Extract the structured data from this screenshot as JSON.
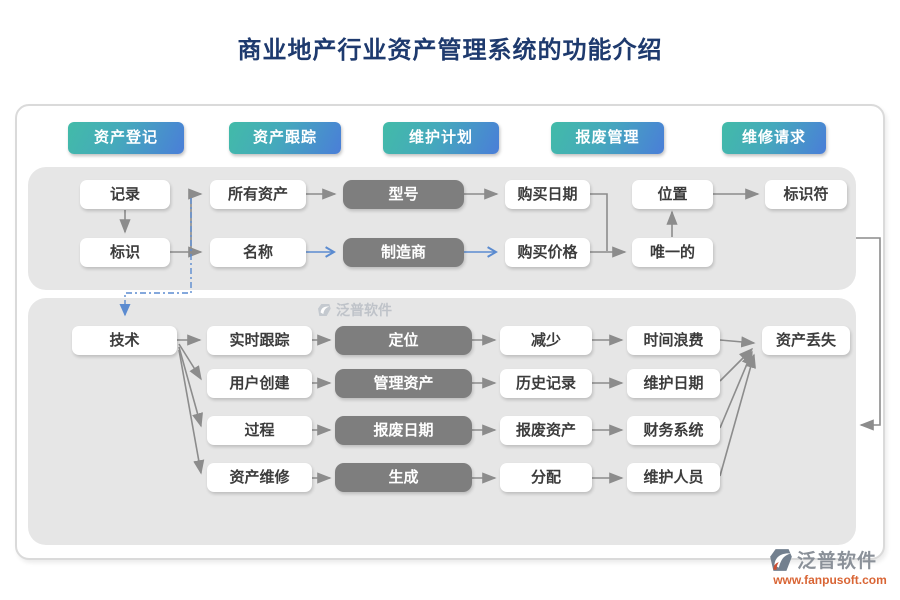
{
  "title": "商业地产行业资产管理系统的功能介绍",
  "tabs": [
    {
      "label": "资产登记"
    },
    {
      "label": "资产跟踪"
    },
    {
      "label": "维护计划"
    },
    {
      "label": "报废管理"
    },
    {
      "label": "维修请求"
    }
  ],
  "section1": {
    "record": "记录",
    "identify": "标识",
    "all_assets": "所有资产",
    "name": "名称",
    "model": "型号",
    "manufacturer": "制造商",
    "purchase_date": "购买日期",
    "purchase_price": "购买价格",
    "location": "位置",
    "unique": "唯一的",
    "identifier": "标识符"
  },
  "section2": {
    "technology": "技术",
    "realtime_tracking": "实时跟踪",
    "user_created": "用户创建",
    "process": "过程",
    "asset_repair": "资产维修",
    "locate": "定位",
    "manage_assets": "管理资产",
    "scrap_date": "报废日期",
    "generate": "生成",
    "reduce": "减少",
    "history_record": "历史记录",
    "scrap_assets": "报废资产",
    "allocate": "分配",
    "time_waste": "时间浪费",
    "maintenance_date": "维护日期",
    "finance_system": "财务系统",
    "maintenance_staff": "维护人员",
    "asset_loss": "资产丢失"
  },
  "watermark": {
    "brand": "泛普软件"
  },
  "footer": {
    "brand": "泛普软件",
    "url": "www.fanpusoft.com"
  },
  "colors": {
    "accent_teal": "#42bba8",
    "accent_blue": "#4a7ed8",
    "dark_node": "#7e7e7e",
    "panel_gray": "#e6e6e6",
    "title_navy": "#1e3a6e",
    "arrow_gray": "#8c8c8c",
    "arrow_blue": "#5b8bd0",
    "footer_url_orange": "#d96535"
  }
}
